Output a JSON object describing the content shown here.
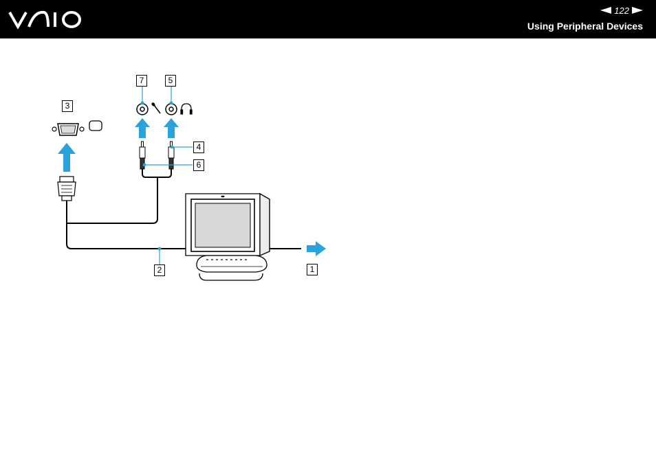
{
  "header": {
    "logo": "VAIO",
    "page_number": "122",
    "section_title": "Using Peripheral Devices",
    "prev_icon": "left-triangle-icon",
    "next_icon": "right-triangle-icon"
  },
  "diagram": {
    "callouts": [
      "1",
      "2",
      "3",
      "4",
      "5",
      "6",
      "7"
    ],
    "icons": [
      "monitor-port-icon",
      "microphone-icon",
      "headphones-icon",
      "arrow-right-icon"
    ],
    "colors": {
      "arrow": "#29a3dc",
      "ink": "#000000",
      "background": "#ffffff"
    }
  }
}
